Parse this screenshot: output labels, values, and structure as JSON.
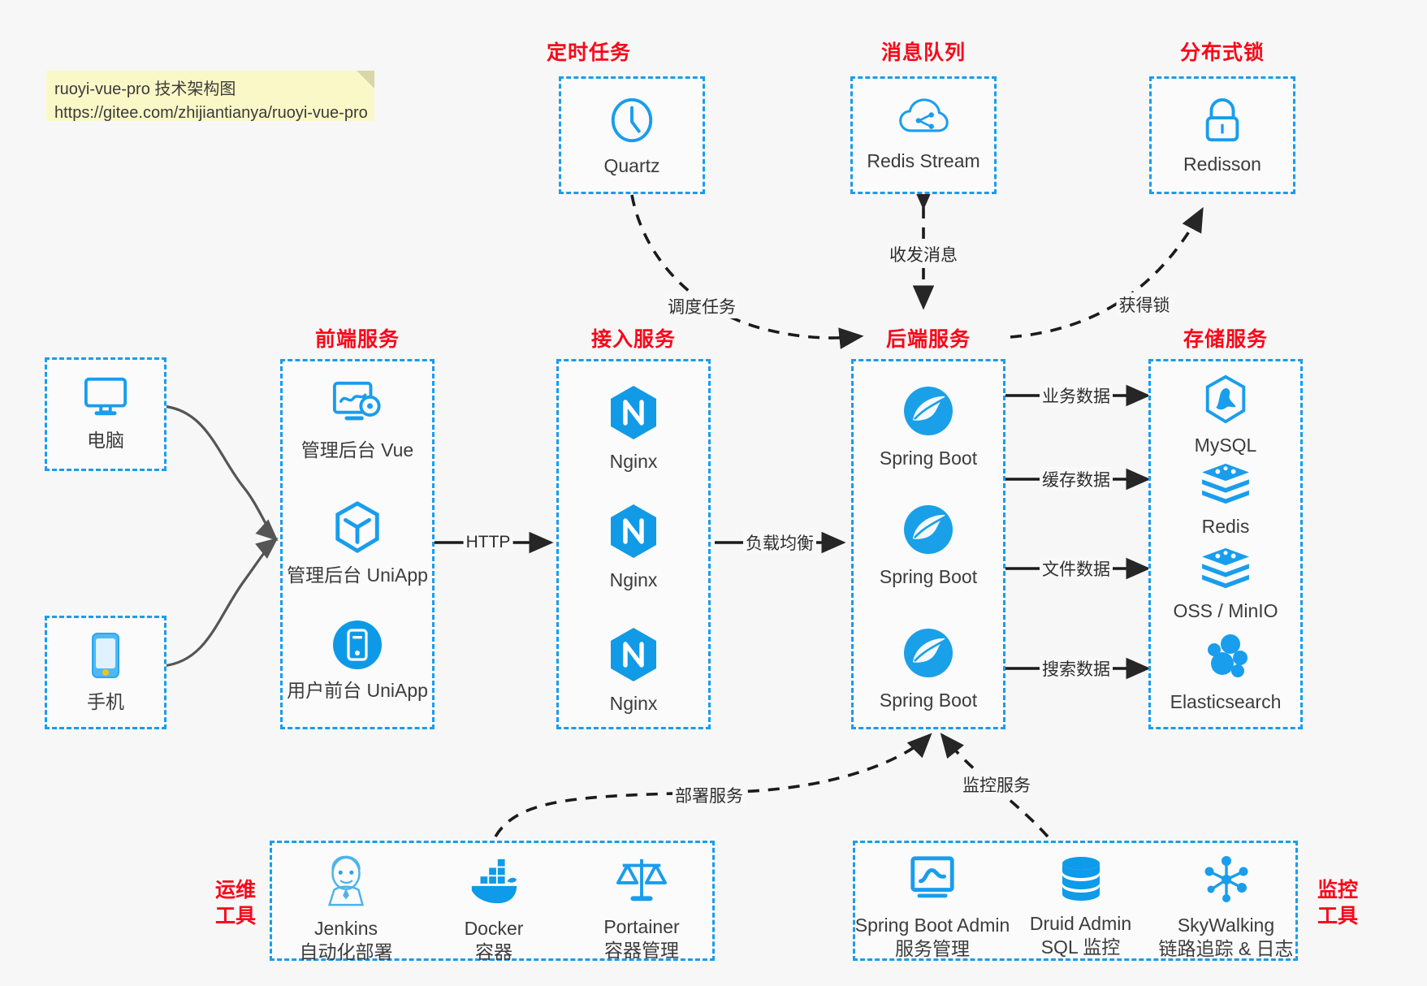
{
  "note": {
    "line1": "ruoyi-vue-pro 技术架构图",
    "line2": "https://gitee.com/zhijiantianya/ruoyi-vue-pro"
  },
  "groups": {
    "scheduler": {
      "title": "定时任务",
      "nodes": [
        {
          "label": "Quartz",
          "icon": "clock-icon"
        }
      ]
    },
    "mq": {
      "title": "消息队列",
      "nodes": [
        {
          "label": "Redis Stream",
          "icon": "cloud-stream-icon"
        }
      ]
    },
    "lock": {
      "title": "分布式锁",
      "nodes": [
        {
          "label": "Redisson",
          "icon": "lock-icon"
        }
      ]
    },
    "client_pc": {
      "title": "",
      "nodes": [
        {
          "label": "电脑",
          "icon": "desktop-icon"
        }
      ]
    },
    "client_mobile": {
      "title": "",
      "nodes": [
        {
          "label": "手机",
          "icon": "phone-icon"
        }
      ]
    },
    "frontend": {
      "title": "前端服务",
      "nodes": [
        {
          "label": "管理后台 Vue",
          "icon": "dashboard-settings-icon"
        },
        {
          "label": "管理后台 UniApp",
          "icon": "cube-icon"
        },
        {
          "label": "用户前台 UniApp",
          "icon": "mobile-app-icon"
        }
      ]
    },
    "gateway": {
      "title": "接入服务",
      "nodes": [
        {
          "label": "Nginx",
          "icon": "nginx-icon"
        },
        {
          "label": "Nginx",
          "icon": "nginx-icon"
        },
        {
          "label": "Nginx",
          "icon": "nginx-icon"
        }
      ]
    },
    "backend": {
      "title": "后端服务",
      "nodes": [
        {
          "label": "Spring Boot",
          "icon": "spring-boot-icon"
        },
        {
          "label": "Spring Boot",
          "icon": "spring-boot-icon"
        },
        {
          "label": "Spring Boot",
          "icon": "spring-boot-icon"
        }
      ]
    },
    "storage": {
      "title": "存储服务",
      "nodes": [
        {
          "label": "MySQL",
          "icon": "mysql-icon"
        },
        {
          "label": "Redis",
          "icon": "redis-icon"
        },
        {
          "label": "OSS / MinIO",
          "icon": "oss-minio-icon"
        },
        {
          "label": "Elasticsearch",
          "icon": "elasticsearch-icon"
        }
      ]
    },
    "devops": {
      "title": "运维\n工具",
      "title_line1": "运维",
      "title_line2": "工具",
      "nodes": [
        {
          "label": "Jenkins",
          "sublabel": "自动化部署",
          "icon": "jenkins-icon"
        },
        {
          "label": "Docker",
          "sublabel": "容器",
          "icon": "docker-icon"
        },
        {
          "label": "Portainer",
          "sublabel": "容器管理",
          "icon": "scales-icon"
        }
      ]
    },
    "monitoring": {
      "title_line1": "监控",
      "title_line2": "工具",
      "nodes": [
        {
          "label": "Spring Boot Admin",
          "sublabel": "服务管理",
          "icon": "monitor-chart-icon"
        },
        {
          "label": "Druid Admin",
          "sublabel": "SQL 监控",
          "icon": "database-icon"
        },
        {
          "label": "SkyWalking",
          "sublabel": "链路追踪 & 日志",
          "icon": "skywalking-icon"
        }
      ]
    }
  },
  "edges": [
    {
      "id": "http",
      "label": "HTTP",
      "style": "solid"
    },
    {
      "id": "lb",
      "label": "负载均衡",
      "style": "solid"
    },
    {
      "id": "biz",
      "label": "业务数据",
      "style": "solid"
    },
    {
      "id": "cache",
      "label": "缓存数据",
      "style": "solid"
    },
    {
      "id": "file",
      "label": "文件数据",
      "style": "solid"
    },
    {
      "id": "search",
      "label": "搜索数据",
      "style": "solid"
    },
    {
      "id": "schedule",
      "label": "调度任务",
      "style": "dashed"
    },
    {
      "id": "message",
      "label": "收发消息",
      "style": "dashed"
    },
    {
      "id": "acquire_lock",
      "label": "获得锁",
      "style": "dashed"
    },
    {
      "id": "deploy",
      "label": "部署服务",
      "style": "dashed"
    },
    {
      "id": "monitor",
      "label": "监控服务",
      "style": "dashed"
    }
  ],
  "colors": {
    "accent_blue": "#199ded",
    "title_red": "#f8081a",
    "note_yellow": "#fbf8c8",
    "line_gray": "#555555",
    "background": "#f7f7f7"
  }
}
